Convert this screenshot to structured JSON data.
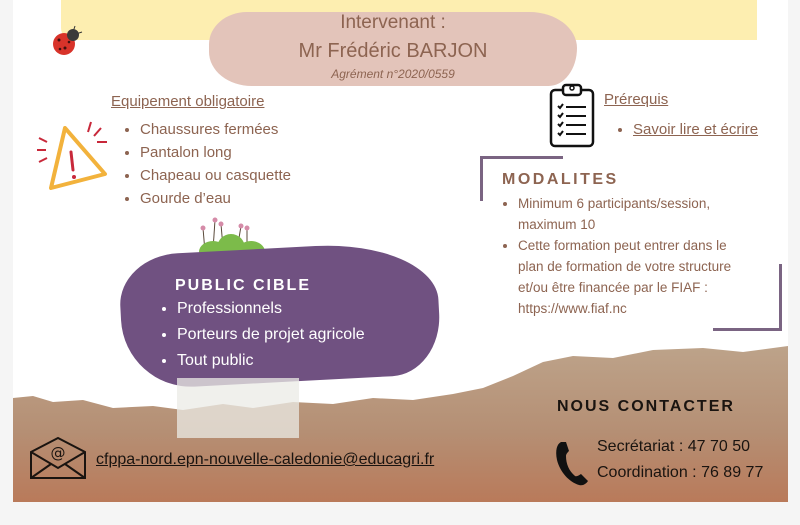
{
  "header": {
    "title_line1": "Intervenant :",
    "title_line2": "Mr Frédéric BARJON",
    "agrement": "Agrément n°2020/0559"
  },
  "equipement": {
    "title": "Equipement obligatoire",
    "items": [
      "Chaussures fermées",
      "Pantalon long",
      "Chapeau ou casquette",
      "Gourde d’eau"
    ]
  },
  "prerequis": {
    "title": "Prérequis",
    "items": [
      "Savoir lire et écrire"
    ]
  },
  "modalites": {
    "title": "MODALITES",
    "items": [
      "Minimum 6 participants/session, maximum 10",
      "Cette formation peut entrer dans le plan de formation de votre structure et/ou être financée par le FIAF : https://www.fiaf.nc"
    ]
  },
  "public_cible": {
    "title": "PUBLIC CIBLE",
    "items": [
      "Professionnels",
      "Porteurs de projet agricole",
      "Tout public"
    ]
  },
  "contact": {
    "title": "NOUS CONTACTER",
    "secretariat": "Secrétariat : 47 70 50",
    "coordination": "Coordination : 76 89 77",
    "email": "cfppa-nord.epn-nouvelle-caledonie@educagri.fr"
  },
  "icons": {
    "ladybug": "ladybug-icon",
    "warning": "warning-icon",
    "clipboard": "checklist-icon",
    "phone": "phone-icon",
    "mail": "mail-at-icon",
    "plant": "plant-flowers-icon"
  },
  "colors": {
    "brown_text": "#8d6451",
    "title_blob": "#e3c4ba",
    "yellow_band": "#fdeeb0",
    "purple": "#705181",
    "frame": "#7a6482",
    "kraft": "#b59a7e",
    "dark_text": "#1a1410"
  }
}
